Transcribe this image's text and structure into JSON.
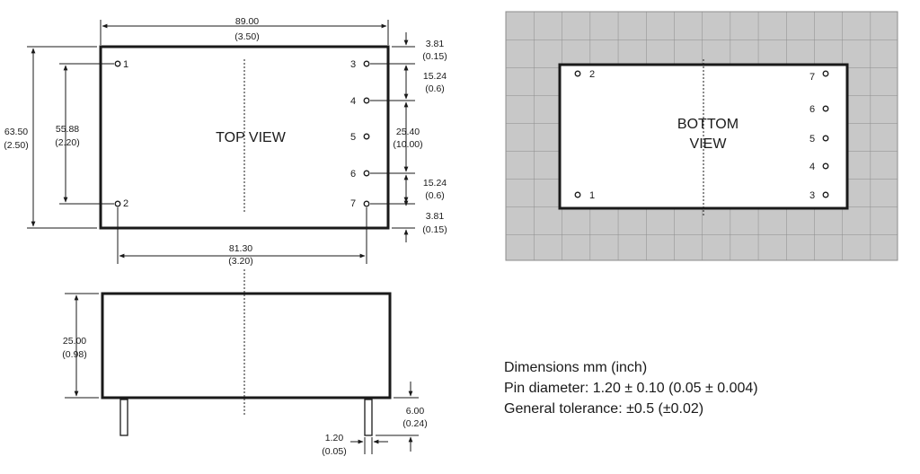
{
  "top_view": {
    "label": "TOP VIEW",
    "dims": {
      "width_mm": "89.00",
      "width_in": "(3.50)",
      "height_mm": "63.50",
      "height_in": "(2.50)",
      "pin_span_v_mm": "55.88",
      "pin_span_v_in": "(2.20)",
      "pin_span_h_mm": "81.30",
      "pin_span_h_in": "(3.20)",
      "top_edge_mm": "3.81",
      "top_edge_in": "(0.15)",
      "pitch_a_mm": "15.24",
      "pitch_a_in": "(0.6)",
      "center_mm": "25.40",
      "center_in": "(10.00)",
      "pitch_b_mm": "15.24",
      "pitch_b_in": "(0.6)",
      "bottom_edge_mm": "3.81",
      "bottom_edge_in": "(0.15)"
    },
    "pins": [
      "1",
      "2",
      "3",
      "4",
      "5",
      "6",
      "7"
    ]
  },
  "side_view": {
    "dims": {
      "height_mm": "25.00",
      "height_in": "(0.98)",
      "pin_len_mm": "6.00",
      "pin_len_in": "(0.24)",
      "pin_dia_mm": "1.20",
      "pin_dia_in": "(0.05)"
    }
  },
  "bottom_view": {
    "label_line1": "BOTTOM",
    "label_line2": "VIEW",
    "pins": [
      "2",
      "1",
      "7",
      "6",
      "5",
      "4",
      "3"
    ]
  },
  "notes": [
    "Dimensions mm (inch)",
    "Pin diameter: 1.20 ± 0.10 (0.05 ± 0.004)",
    "General tolerance: ±0.5 (±0.02)"
  ],
  "colors": {
    "line": "#1a1a1a",
    "grid_fill": "#c8c8c8",
    "grid_line": "#8c8c8c"
  }
}
